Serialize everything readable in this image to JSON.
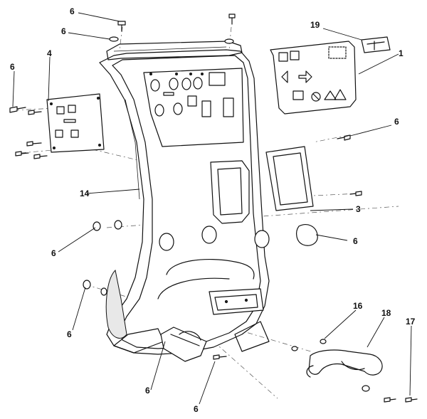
{
  "callouts": {
    "c6_top_left": "6",
    "c6_washer_top": "6",
    "c6_left_screw": "6",
    "c4": "4",
    "c19": "19",
    "c1": "1",
    "c6_right_screw": "6",
    "c14": "14",
    "c3": "3",
    "c6_left_nut": "6",
    "c6_right_cap": "6",
    "c6_bottom_nut": "6",
    "c16": "16",
    "c18": "18",
    "c17": "17",
    "c6_bottom_left": "6",
    "c6_bottom_screw": "6"
  }
}
